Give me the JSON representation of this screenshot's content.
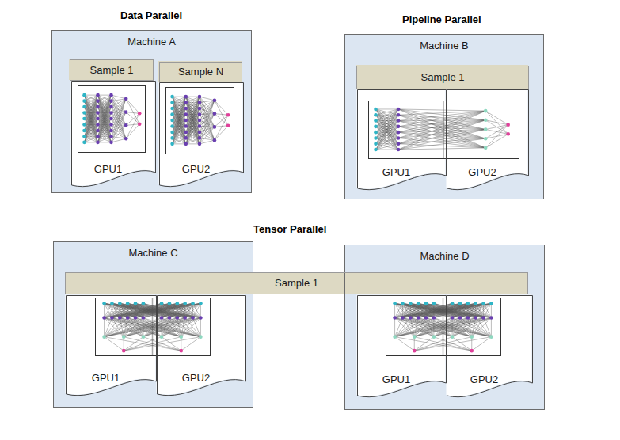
{
  "diagram": {
    "nodes": [
      {
        "text": [
          "Machine A"
        ]
      },
      {
        "text": [
          "Sample 1"
        ],
        "in": 0
      },
      {
        "text": [
          "Sample N"
        ],
        "in": 0
      },
      {
        "text": [
          "GPU1"
        ],
        "in": 0
      },
      {
        "text": [
          "GPU2"
        ],
        "in": 0
      },
      {
        "text": [
          "Machine B"
        ]
      },
      {
        "text": [
          "Sample 1"
        ],
        "in": 5
      },
      {
        "text": [
          "GPU1"
        ],
        "in": 5
      },
      {
        "text": [
          "GPU2"
        ],
        "in": 5
      },
      {
        "text": [
          "Machine C"
        ]
      },
      {
        "text": [
          "Sample 1"
        ]
      },
      {
        "text": [
          "GPU1"
        ],
        "in": 9
      },
      {
        "text": [
          "GPU2"
        ],
        "in": 9
      },
      {
        "text": [
          "Machine D"
        ]
      },
      {
        "text": [
          "GPU1"
        ],
        "in": 13
      },
      {
        "text": [
          "GPU2"
        ],
        "in": 13
      }
    ],
    "edges": [],
    "labels": [
      "Data Parallel",
      "Pipeline Parallel",
      "Tensor Parallel"
    ]
  }
}
